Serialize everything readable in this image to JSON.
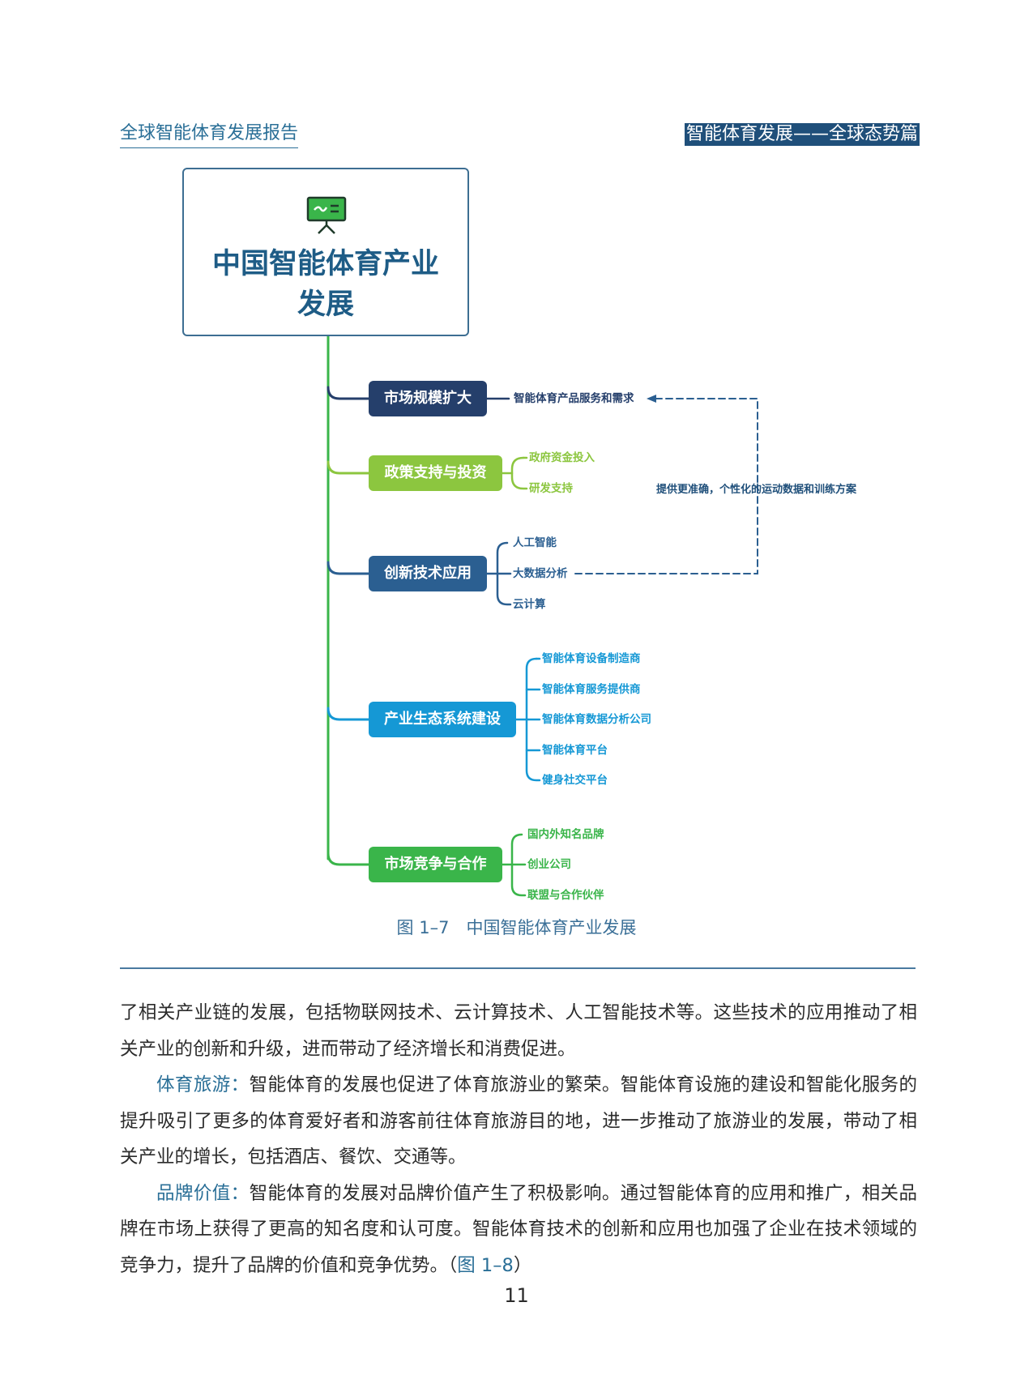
{
  "header": {
    "left": "全球智能体育发展报告",
    "right": "智能体育发展——全球态势篇"
  },
  "figure": {
    "title_line1": "中国智能体育产业",
    "title_line2": "发展",
    "icon": "presentation-board-icon",
    "branches": [
      {
        "label": "市场规模扩大",
        "color": "#253f6b",
        "leaves": [
          "智能体育产品服务和需求"
        ]
      },
      {
        "label": "政策支持与投资",
        "color": "#8cc63f",
        "leaves": [
          "政府资金投入",
          "研发支持"
        ]
      },
      {
        "label": "创新技术应用",
        "color": "#2b5f91",
        "leaves": [
          "人工智能",
          "大数据分析",
          "云计算"
        ]
      },
      {
        "label": "产业生态系统建设",
        "color": "#1598d5",
        "leaves": [
          "智能体育设备制造商",
          "智能体育服务提供商",
          "智能体育数据分析公司",
          "智能体育平台",
          "健身社交平台"
        ]
      },
      {
        "label": "市场竞争与合作",
        "color": "#3ab54a",
        "leaves": [
          "国内外知名品牌",
          "创业公司",
          "联盟与合作伙伴"
        ]
      }
    ],
    "link_note": "提供更准确，个性化的运动数据和训练方案",
    "caption": "图 1–7　中国智能体育产业发展",
    "trunk_color": "#3ab54a"
  },
  "body": {
    "p1": "了相关产业链的发展，包括物联网技术、云计算技术、人工智能技术等。这些技术的应用推动了相关产业的创新和升级，进而带动了经济增长和消费促进。",
    "p2_term": "体育旅游：",
    "p2": "智能体育的发展也促进了体育旅游业的繁荣。智能体育设施的建设和智能化服务的提升吸引了更多的体育爱好者和游客前往体育旅游目的地，进一步推动了旅游业的发展，带动了相关产业的增长，包括酒店、餐饮、交通等。",
    "p3_term": "品牌价值：",
    "p3": "智能体育的发展对品牌价值产生了积极影响。通过智能体育的应用和推广，相关品牌在市场上获得了更高的知名度和认可度。智能体育技术的创新和应用也加强了企业在技术领域的竞争力，提升了品牌的价值和竞争优势。",
    "p3_open": "（",
    "p3_ref": "图 1–8",
    "p3_close": "）"
  },
  "page_number": "11"
}
